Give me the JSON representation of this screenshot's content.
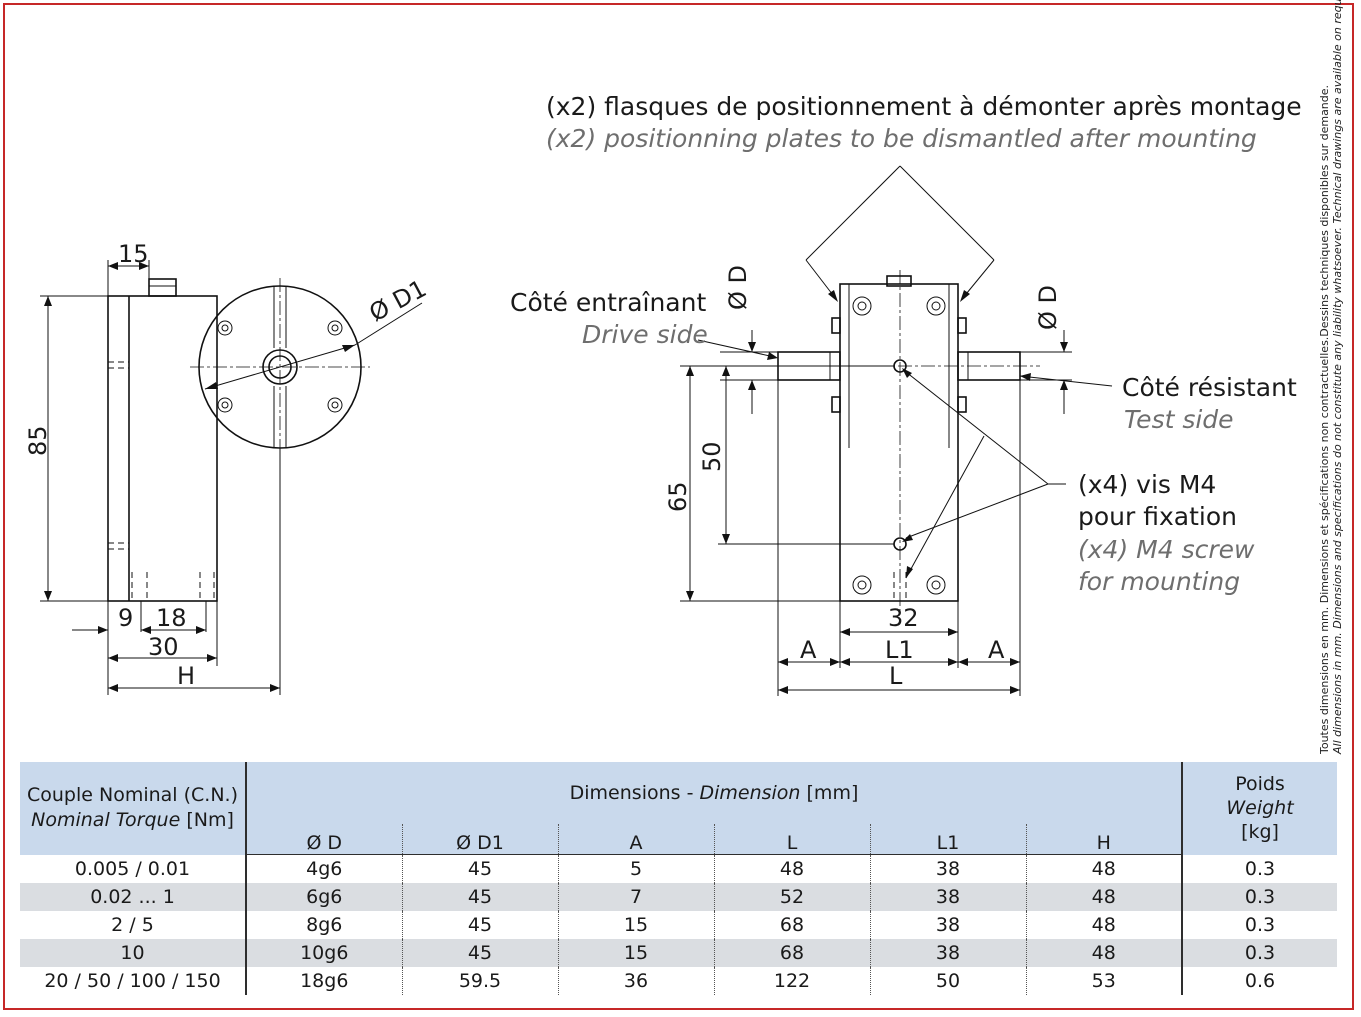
{
  "annotations": {
    "plates_fr": "(x2) flasques de positionnement à démonter après montage",
    "plates_en": "(x2) positionning plates to be dismantled after mounting",
    "drive_fr": "Côté entraînant",
    "drive_en": "Drive side",
    "test_fr": "Côté résistant",
    "test_en": "Test side",
    "screws_fr_1": "(x4) vis M4",
    "screws_fr_2": "pour fixation",
    "screws_en_1": "(x4) M4 screw",
    "screws_en_2": "for mounting"
  },
  "dimensions": {
    "d15": "15",
    "d85": "85",
    "d9": "9",
    "d18": "18",
    "d30": "30",
    "dH": "H",
    "dD1": "Ø D1",
    "dD_left": "Ø D",
    "dD_right": "Ø D",
    "d50": "50",
    "d65": "65",
    "d32": "32",
    "dA_left": "A",
    "dL1": "L1",
    "dA_right": "A",
    "dL": "L"
  },
  "disclaimer": {
    "fr": "Toutes dimensions en mm. Dimensions et spécifications non contractuelles.Dessins techniques disponibles sur demande.",
    "en": "All dimensions in mm. Dimensions and specifications do not constitute any liability whatsoever. Technical drawings are available on request."
  },
  "table": {
    "torque_header_fr": "Couple Nominal (C.N.)",
    "torque_header_en": "Nominal Torque",
    "torque_unit": "[Nm]",
    "dim_header_fr": "Dimensions",
    "dim_header_sep": " - ",
    "dim_header_en": "Dimension",
    "dim_unit": " [mm]",
    "weight_header_fr": "Poids",
    "weight_header_en": "Weight",
    "weight_unit": "[kg]",
    "columns": [
      "Ø D",
      "Ø D1",
      "A",
      "L",
      "L1",
      "H"
    ],
    "rows": [
      [
        "0.005 / 0.01",
        "4g6",
        "45",
        "5",
        "48",
        "38",
        "48",
        "0.3"
      ],
      [
        "0.02 ... 1",
        "6g6",
        "45",
        "7",
        "52",
        "38",
        "48",
        "0.3"
      ],
      [
        "2 / 5",
        "8g6",
        "45",
        "15",
        "68",
        "38",
        "48",
        "0.3"
      ],
      [
        "10",
        "10g6",
        "45",
        "15",
        "68",
        "38",
        "48",
        "0.3"
      ],
      [
        "20 / 50 / 100 / 150",
        "18g6",
        "59.5",
        "36",
        "122",
        "50",
        "53",
        "0.6"
      ]
    ]
  },
  "colors": {
    "frame": "#c62828",
    "table_header": "#c9d9ec",
    "table_stripe": "#dadde1"
  }
}
